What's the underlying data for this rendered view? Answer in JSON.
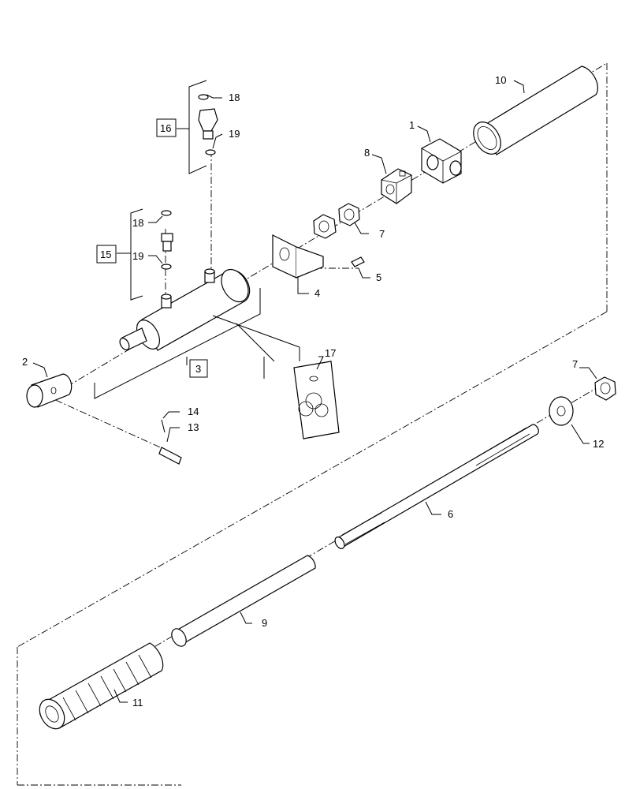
{
  "callouts": [
    {
      "id": "c1",
      "text": "1"
    },
    {
      "id": "c2",
      "text": "2"
    },
    {
      "id": "c3",
      "text": "3"
    },
    {
      "id": "c4",
      "text": "4"
    },
    {
      "id": "c5",
      "text": "5"
    },
    {
      "id": "c6",
      "text": "6"
    },
    {
      "id": "c7a",
      "text": "7"
    },
    {
      "id": "c7b",
      "text": "7"
    },
    {
      "id": "c8",
      "text": "8"
    },
    {
      "id": "c9",
      "text": "9"
    },
    {
      "id": "c10",
      "text": "10"
    },
    {
      "id": "c11",
      "text": "11"
    },
    {
      "id": "c12",
      "text": "12"
    },
    {
      "id": "c13",
      "text": "13"
    },
    {
      "id": "c14",
      "text": "14"
    },
    {
      "id": "c15",
      "text": "15"
    },
    {
      "id": "c16",
      "text": "16"
    },
    {
      "id": "c17",
      "text": "17"
    },
    {
      "id": "c18a",
      "text": "18"
    },
    {
      "id": "c18b",
      "text": "18"
    },
    {
      "id": "c19a",
      "text": "19"
    },
    {
      "id": "c19b",
      "text": "19"
    }
  ]
}
